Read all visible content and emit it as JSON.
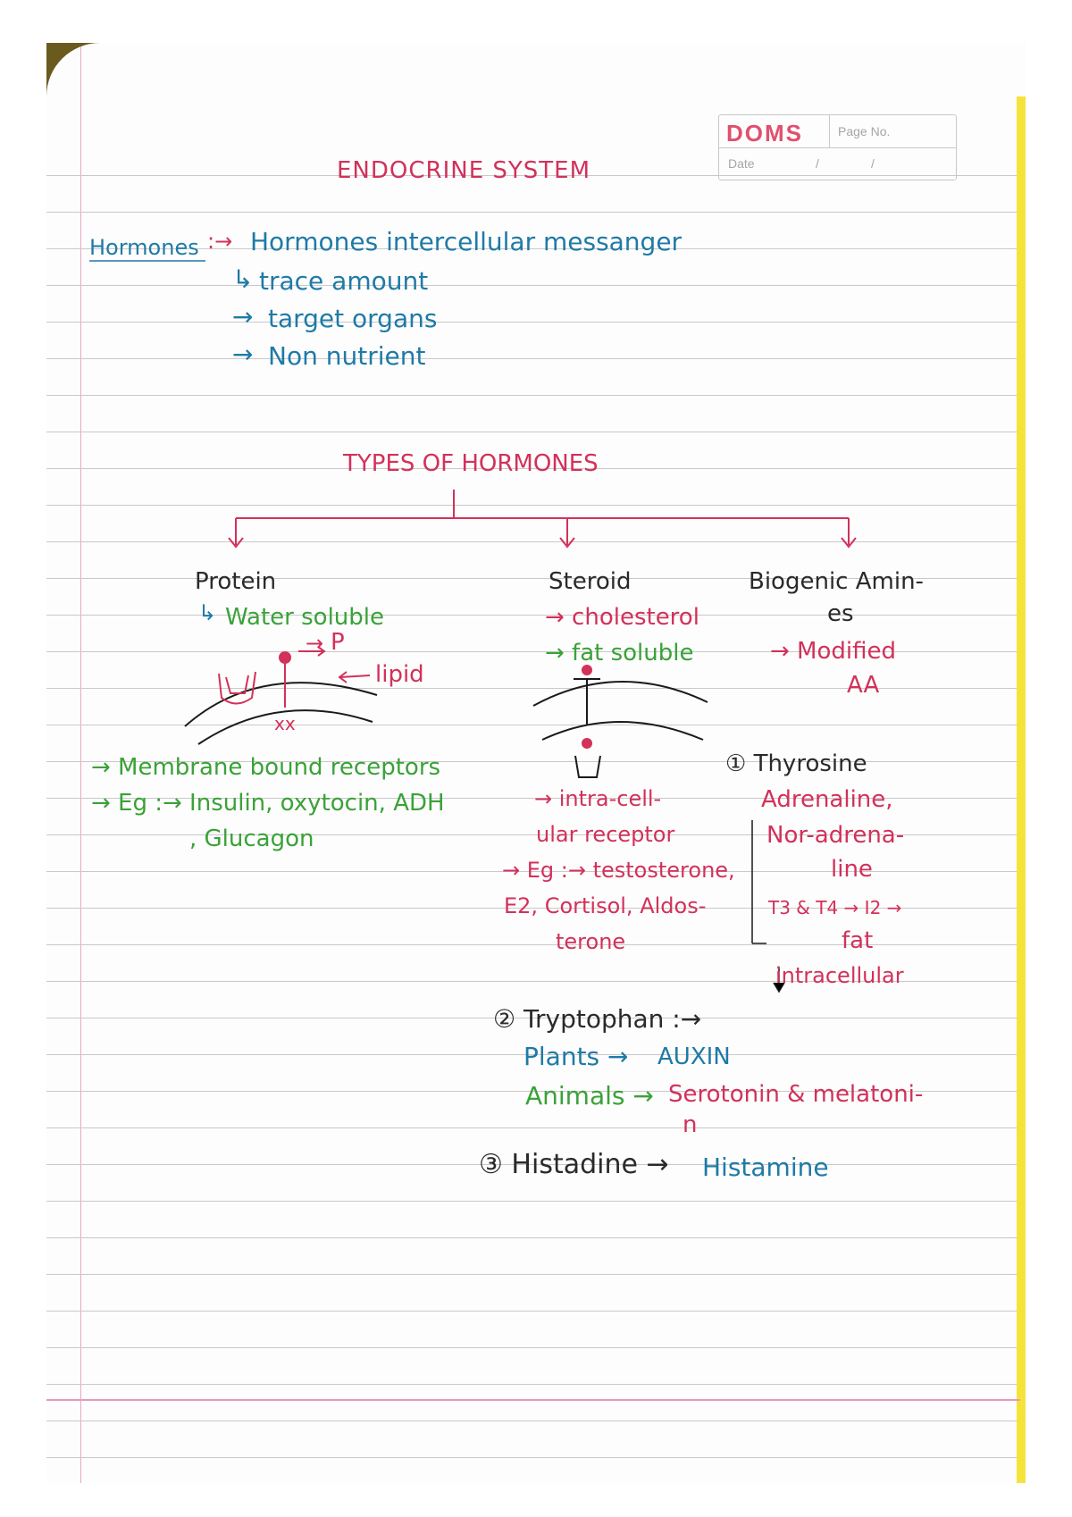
{
  "header": {
    "brand": "DOMS",
    "page_no_label": "Page No.",
    "date_label": "Date",
    "date_sep_1": "/",
    "date_sep_2": "/"
  },
  "title": "ENDOCRINE SYSTEM",
  "hormones": {
    "label": "Hormones",
    "lead": ":→",
    "definition": "Hormones intercellular messanger",
    "points": [
      "trace amount",
      "target organs",
      "Non nutrient"
    ]
  },
  "types": {
    "heading": "TYPES OF HORMONES",
    "protein": {
      "title": "Protein",
      "sub": "Water soluble",
      "diagram": {
        "p_label": "P",
        "lipid_label": "lipid",
        "mark": "xx"
      },
      "notes": [
        "→ Membrane bound receptors",
        "→ Eg :→ Insulin, oxytocin, ADH",
        ", Glucagon"
      ]
    },
    "steroid": {
      "title": "Steroid",
      "points": [
        "→ cholesterol",
        "→ fat soluble"
      ],
      "notes": [
        "→ intra-cell-",
        "ular receptor",
        "→ Eg :→ testosterone,",
        "E2, Cortisol, Aldos-",
        "terone"
      ]
    },
    "biogenic": {
      "title_1": "Biogenic Amin-",
      "title_2": "es",
      "points": [
        "→ Modified",
        "AA"
      ],
      "thyrosine": {
        "label": "① Thyrosine",
        "lines": [
          "Adrenaline,",
          "Nor-adrena-",
          "line"
        ],
        "t_line": "T3 & T4 → I2 →",
        "fat": "fat",
        "intracellular": "intracellular"
      },
      "tryptophan": {
        "label": "② Tryptophan :→",
        "plants_label": "Plants →",
        "plants_val": "AUXIN",
        "animals_label": "Animals →",
        "animals_val": "Serotonin & melatoni-",
        "animals_cont": "n"
      },
      "histadine": {
        "label": "③ Histadine →",
        "val": "Histamine"
      }
    }
  }
}
